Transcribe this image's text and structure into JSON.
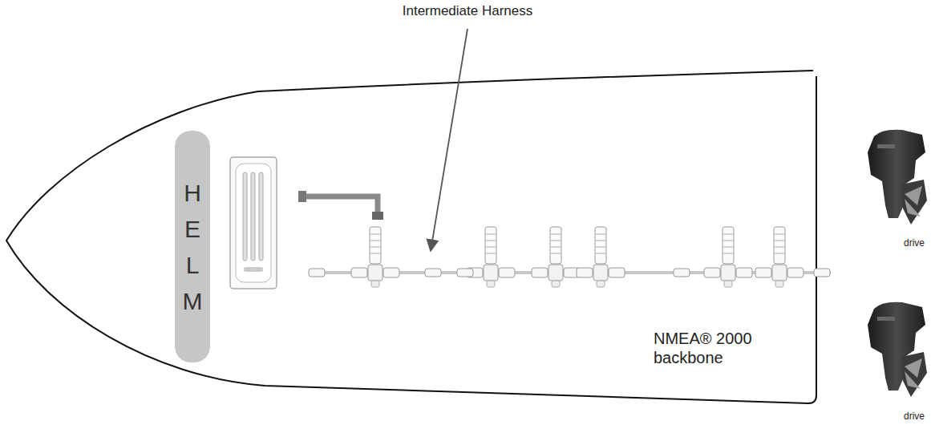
{
  "diagram": {
    "nodes": [
      {
        "text": [
          "HELM"
        ]
      }
    ],
    "labels": [
      "Intermediate Harness",
      "NMEA® 2000 backbone",
      "drive",
      "drive"
    ]
  }
}
